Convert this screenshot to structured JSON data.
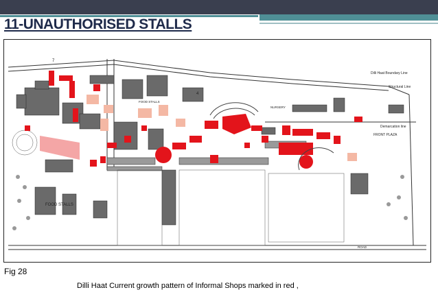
{
  "slide": {
    "title": "11-UNAUTHORISED STALLS",
    "figure_label": "Fig 28",
    "caption": "Dilli Haat Current growth pattern of Informal Shops marked in red ,"
  },
  "map": {
    "labels": {
      "boundary_line": "Dilli Haat Boundary Line",
      "structural_line": "Structural Line",
      "demarcation_line": "Demarcation line",
      "food_stalls_top": "FOOD STALLS",
      "food_stalls_bottom": "FOOD STALLS",
      "front_plaza": "FRONT PLAZA",
      "nursery": "NURSERY",
      "road": "ROAD",
      "number_7": "7",
      "number_4": "4"
    },
    "colors": {
      "informal_shops": "#e3141b",
      "pink_zones": "#f4b8a4",
      "structures": "#6a6a6a",
      "lines": "#333333"
    }
  }
}
